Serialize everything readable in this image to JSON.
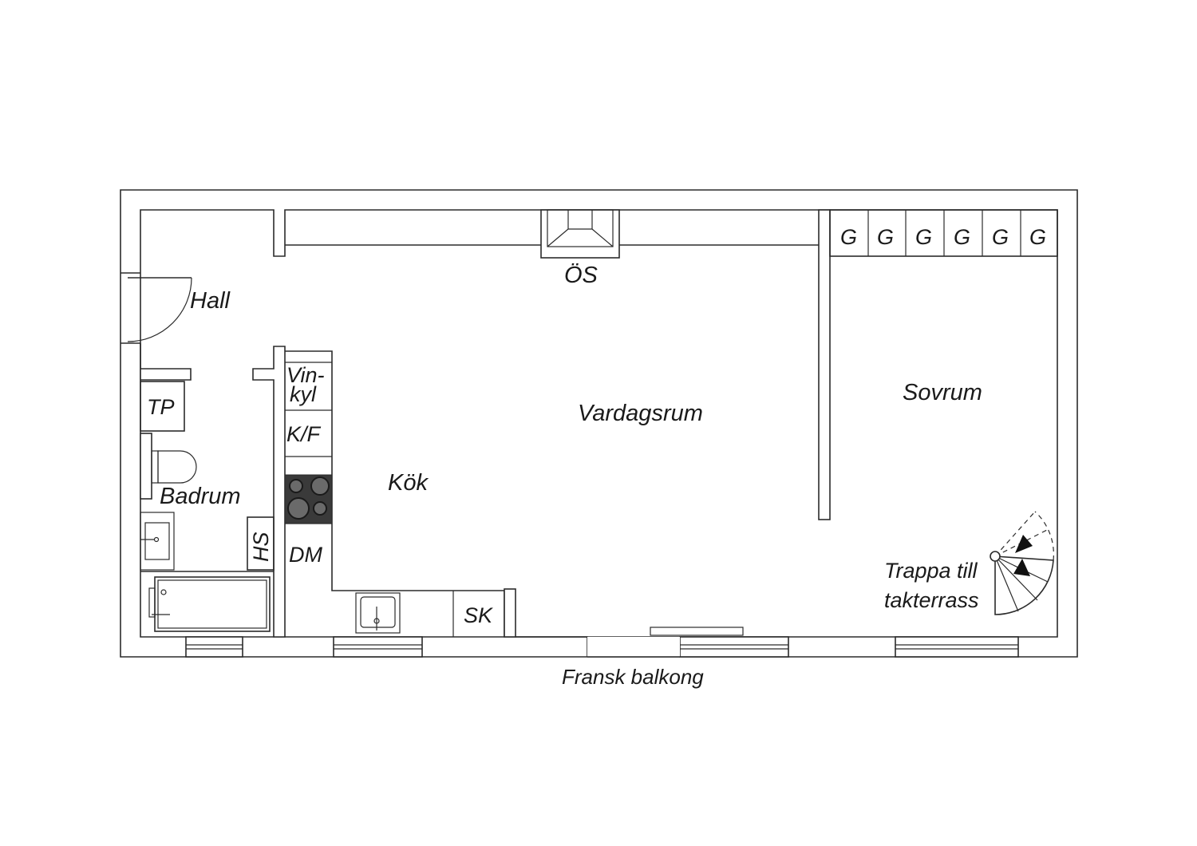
{
  "rooms": {
    "hall": "Hall",
    "vardagsrum": "Vardagsrum",
    "kok": "Kök",
    "sovrum": "Sovrum",
    "badrum": "Badrum"
  },
  "fixtures": {
    "os": "ÖS",
    "tp": "TP",
    "hs": "HS",
    "vinkyl_line1": "Vin-",
    "vinkyl_line2": "kyl",
    "kf": "K/F",
    "dm": "DM",
    "sk": "SK",
    "wardrobe": [
      "G",
      "G",
      "G",
      "G",
      "G",
      "G"
    ]
  },
  "stairs": {
    "line1": "Trappa till",
    "line2": "takterrass"
  },
  "balcony_label": "Fransk balkong"
}
